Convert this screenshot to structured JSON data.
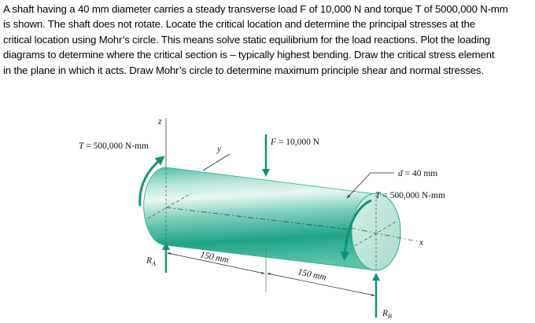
{
  "problem": {
    "lines": [
      "A shaft having a 40 mm diameter carries a steady transverse load F of 10,000 N and torque T of 5000,000 N-mm",
      "is shown. The shaft does not rotate. Locate the critical location and determine the principal stresses at the",
      "critical location using Mohr’s circle.  This means solve static equilibrium for the load reactions.  Plot the loading",
      "diagrams to determine where the critical section is – typically highest bending.  Draw the critical stress element",
      "in the plane in which it acts.  Draw Mohr’s circle to determine maximum principle shear and normal stresses."
    ]
  },
  "figure": {
    "axis_z": "z",
    "axis_y": "y",
    "axis_x": "x",
    "torque_left": {
      "sym": "T",
      "text": " = 500,000 N-mm"
    },
    "force": {
      "sym": "F",
      "text": " = 10,000 N"
    },
    "diameter": {
      "sym": "d",
      "text": " = 40 mm"
    },
    "torque_right": {
      "sym": "T",
      "text": " = 500,000 N-mm"
    },
    "reaction_a": {
      "sym": "R",
      "sub": "A"
    },
    "reaction_b": {
      "sym": "R",
      "sub": "B"
    },
    "dim_1": "150 mm",
    "dim_2": "150 mm",
    "colors": {
      "shaft_dark": "#1a9e84",
      "shaft_light": "#d8f1ea",
      "arrow": "#0f9378",
      "end_face": "#bfe5da"
    }
  }
}
